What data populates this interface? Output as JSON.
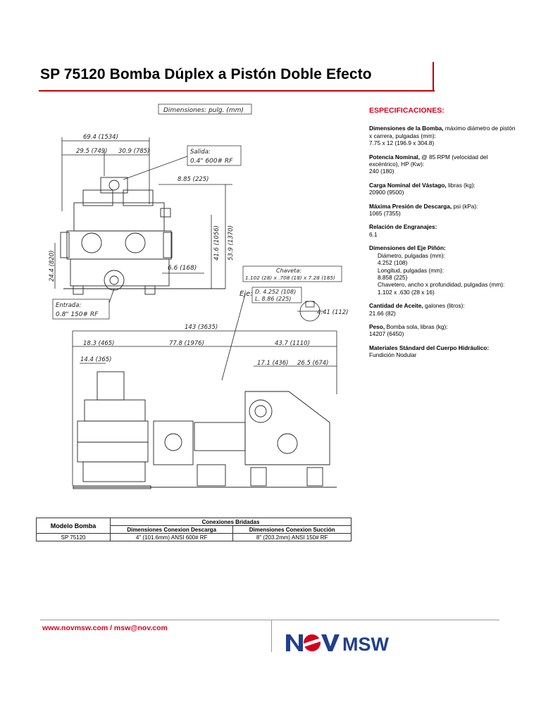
{
  "title": "SP 75120 Bomba Dúplex a Pistón Doble Efecto",
  "specs": {
    "heading": "ESPECIFICACIONES:",
    "items": [
      {
        "label": "Dimensiones de la Bomba,",
        "rest": " máximo diámetro de pistón x carrera, pulgadas (mm):",
        "lines": [
          "7.75 x 12 (196.9 x 304.8)"
        ]
      },
      {
        "label": "Potencia Nominal,",
        "rest": " @ 85 RPM (velocidad del excéntrico), HP (Kw):",
        "lines": [
          "240 (180)"
        ]
      },
      {
        "label": "Carga Nominal del Vástago,",
        "rest": " libras (kg):",
        "lines": [
          "20900 (9500)"
        ]
      },
      {
        "label": "Máxima Presión de Descarga,",
        "rest": " psi (kPa):",
        "lines": [
          "1065 (7355)"
        ]
      },
      {
        "label": "Relación de Engranajes:",
        "rest": "",
        "lines": [
          "6.1"
        ]
      },
      {
        "label": "Dimensiones del Eje Piñón:",
        "rest": "",
        "indented": [
          "Diámetro, pulgadas (mm):",
          "Longitud, pulgadas (mm):",
          "Chavetero, ancho x profundidad, pulgadas (mm):"
        ],
        "values": [
          "4.252 (108)",
          "8.858 (225)",
          "1.102 x .630 (28 x 16)"
        ]
      },
      {
        "label": "Cantidad de Aceite,",
        "rest": " galones (litros):",
        "lines": [
          "21.66 (82)"
        ]
      },
      {
        "label": "Peso,",
        "rest": " Bomba sola, libras (kg):",
        "lines": [
          "14207 (6450)"
        ]
      },
      {
        "label": "Materiales Stándard del Cuerpo Hidráulico:",
        "rest": "",
        "lines": [
          "Fundición Nodular"
        ]
      }
    ]
  },
  "drawing": {
    "units_box": "Dimensiones: pulg. (mm)",
    "d_total_width": "69.4 (1534)",
    "d_left": "29.5 (749)",
    "d_right": "30.9 (785)",
    "salida": "Salida:",
    "salida_spec": "0.4\" 600# RF",
    "d_885": "8.85 (225)",
    "d_height_1370": "53.9 (1370)",
    "d_height_1056": "41.6 (1056)",
    "d_820": "24.4 (820)",
    "d_168": "6.6 (168)",
    "entrada": "Entrada:",
    "entrada_spec": "0.8\" 150# RF",
    "chaveta_title": "Chaveta:",
    "chaveta_spec": "1.102 (28) x .708 (18) x 7.28 (185)",
    "eje": "Eje:",
    "eje_d": "D. 4.252 (108)",
    "eje_l": "L. 8.86 (225)",
    "d_441": "4.41 (112)",
    "d_143": "143 (3635)",
    "d_183": "18.3 (465)",
    "d_778": "77.8 (1976)",
    "d_437": "43.7 (1110)",
    "d_144": "14.4 (365)",
    "d_171": "17.1 (436)",
    "d_265": "26.5 (674)"
  },
  "table": {
    "col_model": "Modelo Bomba",
    "group": "Conexiones Bridadas",
    "col_discharge": "Dimensiones Conexion Descarga",
    "col_suction": "Dimensiones Conexion Succión",
    "rows": [
      {
        "model": "SP 75120",
        "discharge": "4\" (101.6mm) ANSI 600# RF",
        "suction": "8\" (203.2mm) ANSI 150# RF"
      }
    ]
  },
  "footer": {
    "link": "www.novmsw.com / msw@nov.com",
    "logo_nov": "NOV",
    "logo_msw": "MSW",
    "colors": {
      "red": "#d5001c",
      "blue": "#1f3f8f"
    }
  }
}
